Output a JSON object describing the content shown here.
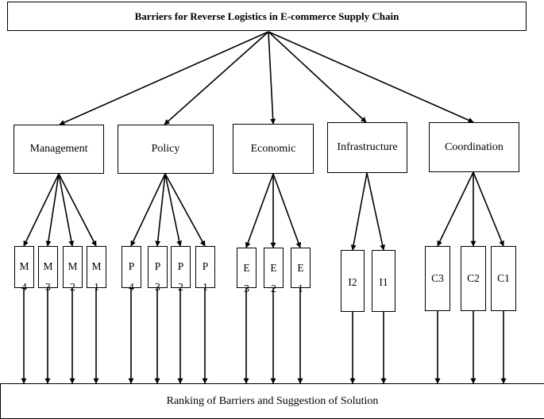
{
  "title": "Barriers for Reverse Logistics in E-commerce Supply Chain",
  "categories": [
    {
      "id": "management",
      "label": "Management",
      "items": [
        {
          "label": "M\n4"
        },
        {
          "label": "M\n3"
        },
        {
          "label": "M\n2"
        },
        {
          "label": "M\n1"
        }
      ]
    },
    {
      "id": "policy",
      "label": "Policy",
      "items": [
        {
          "label": "P\n4"
        },
        {
          "label": "P\n3"
        },
        {
          "label": "P\n2"
        },
        {
          "label": "P\n1"
        }
      ]
    },
    {
      "id": "economic",
      "label": "Economic",
      "items": [
        {
          "label": "E\n3"
        },
        {
          "label": "E\n2"
        },
        {
          "label": "E\n1"
        }
      ]
    },
    {
      "id": "infrastructure",
      "label": "Infrastructure",
      "items": [
        {
          "label": "I2"
        },
        {
          "label": "I1"
        }
      ]
    },
    {
      "id": "coordination",
      "label": "Coordination",
      "items": [
        {
          "label": "C3"
        },
        {
          "label": "C2"
        },
        {
          "label": "C1"
        }
      ]
    }
  ],
  "bottom": "Ranking of Barriers and Suggestion of Solution"
}
